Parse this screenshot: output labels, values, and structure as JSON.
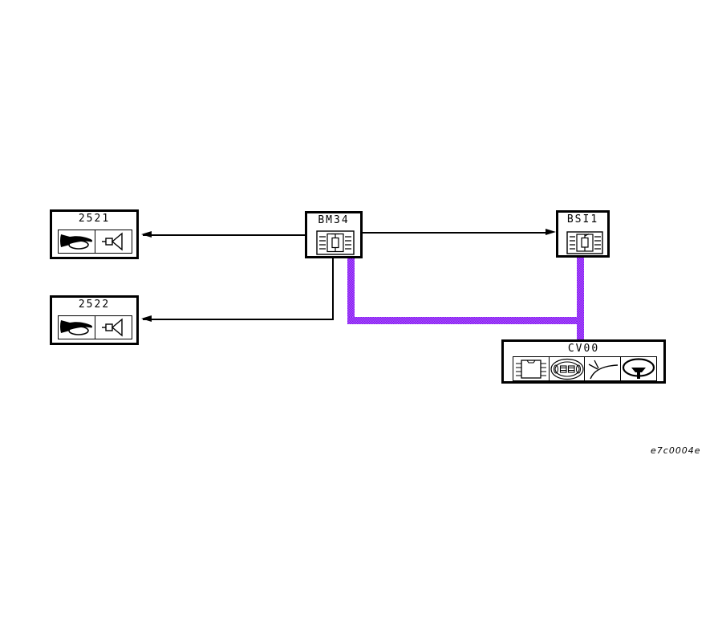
{
  "diagram": {
    "kind": "automotive-wiring-schematic",
    "plot_code": "e7c0004e",
    "components": {
      "c2521": {
        "label": "2521",
        "icons": [
          "horn-icon",
          "speaker-icon"
        ]
      },
      "c2522": {
        "label": "2522",
        "icons": [
          "horn-icon",
          "speaker-icon"
        ]
      },
      "bm34": {
        "label": "BM34",
        "icons": [
          "fuse-carrier-icon"
        ]
      },
      "bsi1": {
        "label": "BSI1",
        "icons": [
          "fuse-carrier-icon"
        ]
      },
      "cv00": {
        "label": "CV00",
        "icons": [
          "ecu-chip-icon",
          "clock-spring-icon",
          "stalk-switch-icon",
          "steering-wheel-icon"
        ]
      }
    },
    "connections": [
      {
        "from": "BM34",
        "to": "2521",
        "style": "thin",
        "arrow": "into-2521"
      },
      {
        "from": "BM34",
        "to": "BSI1",
        "style": "thin",
        "arrow": "into-BSI1"
      },
      {
        "from": "BM34",
        "to": "2522",
        "style": "thin",
        "arrow": "into-2522"
      },
      {
        "from": "BM34",
        "to": "CV00",
        "style": "highlighted-thick"
      },
      {
        "from": "BSI1",
        "to": "CV00",
        "style": "highlighted-thick"
      }
    ],
    "colors": {
      "wire": "#000000",
      "highlight_dark": "#7d1aee",
      "highlight_light": "#b254ff",
      "background": "#ffffff"
    }
  }
}
